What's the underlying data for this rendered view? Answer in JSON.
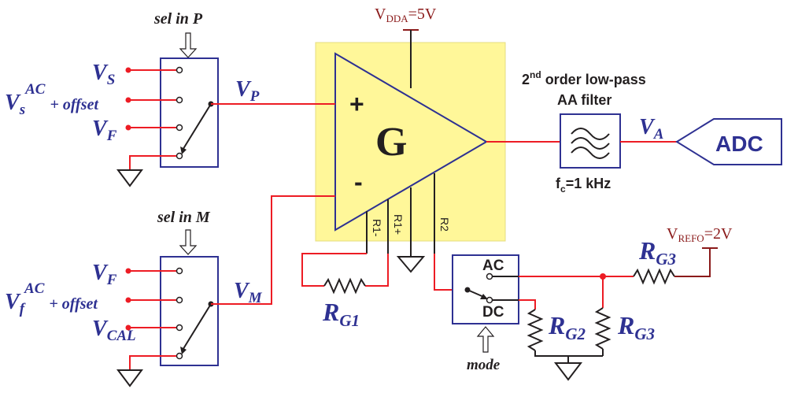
{
  "colors": {
    "wire": "#ed1c24",
    "dark_wire": "#8b1a1a",
    "label_blue": "#2e3192",
    "amp_highlight": "#fff799",
    "ink": "#231f20"
  },
  "mux_p": {
    "caption": "sel in P",
    "inputs": [
      {
        "main": "V",
        "sub": "S",
        "sup": ""
      },
      {
        "main": "V",
        "sub": "s",
        "sup": "AC",
        "suffix": "+ offset"
      },
      {
        "main": "V",
        "sub": "F",
        "sup": ""
      }
    ],
    "output": {
      "main": "V",
      "sub": "P"
    }
  },
  "mux_m": {
    "caption": "sel in M",
    "inputs": [
      {
        "main": "V",
        "sub": "F",
        "sup": ""
      },
      {
        "main": "V",
        "sub": "f",
        "sup": "AC",
        "suffix": "+ offset"
      },
      {
        "main": "V",
        "sub": "CAL",
        "sup": ""
      }
    ],
    "output": {
      "main": "V",
      "sub": "M"
    }
  },
  "amplifier": {
    "gain_label": "G",
    "plus": "+",
    "minus": "-",
    "supply": {
      "main": "V",
      "sub": "DDA",
      "value": "=5V"
    },
    "pins": [
      "R1-",
      "R1+",
      "R2"
    ]
  },
  "filter": {
    "title_sup": "nd",
    "title_num": "2",
    "title_rest": " order low-pass",
    "title_line2": "AA filter",
    "cutoff_main": "f",
    "cutoff_sub": "c",
    "cutoff_value": "=1 kHz",
    "output": {
      "main": "V",
      "sub": "A"
    }
  },
  "adc": {
    "label": "ADC"
  },
  "mode_switch": {
    "ac": "AC",
    "dc": "DC",
    "caption": "mode"
  },
  "resistors": {
    "rg1": {
      "main": "R",
      "sub": "G1"
    },
    "rg2": {
      "main": "R",
      "sub": "G2"
    },
    "rg3_top": {
      "main": "R",
      "sub": "G3"
    },
    "rg3_right": {
      "main": "R",
      "sub": "G3"
    }
  },
  "reference": {
    "main": "V",
    "sub": "REFO",
    "value": "=2V"
  }
}
